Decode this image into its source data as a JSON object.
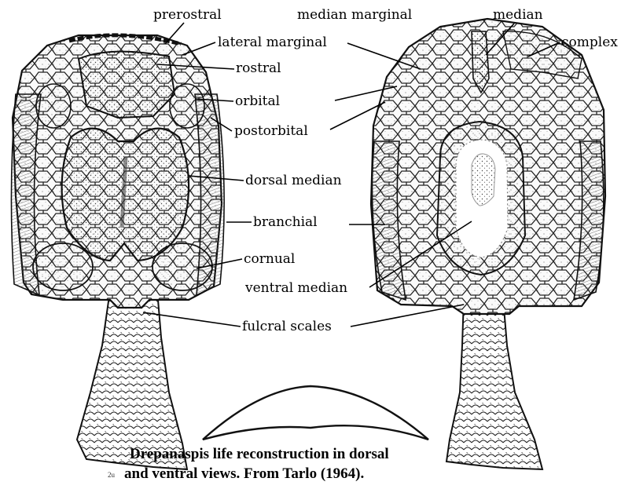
{
  "labels": {
    "prerostral": "prerostral",
    "median_marginal": "median marginal",
    "median": "median",
    "complex": "complex",
    "lateral_marginal": "lateral marginal",
    "rostral": "rostral",
    "orbital": "orbital",
    "postorbital": "postorbital",
    "dorsal_median": "dorsal median",
    "branchial": "branchial",
    "cornual": "cornual",
    "ventral_median": "ventral median",
    "fulcral_scales": "fulcral scales"
  },
  "caption": {
    "line1": "Drepanaspis life reconstruction in dorsal",
    "line2": "and ventral views. From Tarlo (1964)."
  },
  "signature": "2u"
}
